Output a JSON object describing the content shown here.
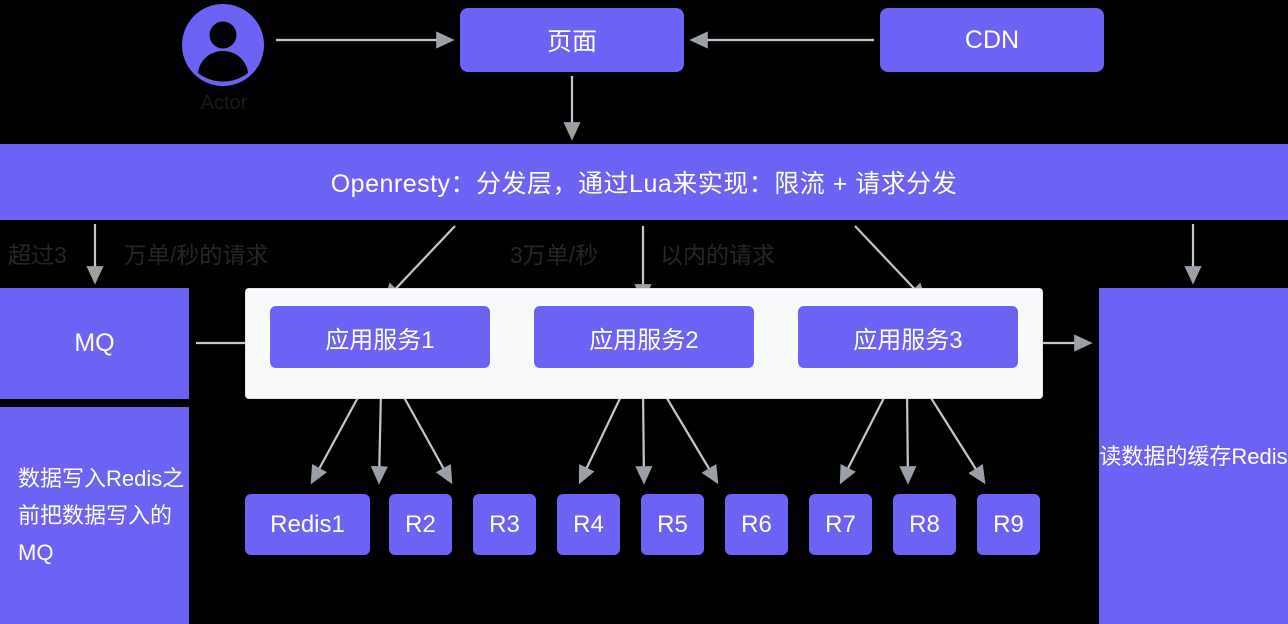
{
  "diagram": {
    "title_banner": "Openresty：分发层，通过Lua来实现：限流 + 请求分发",
    "colors": {
      "accent": "#6C63F5",
      "panel": "#F8F9FB",
      "background": "#000000",
      "arrow": "#9AA0A6",
      "text_on_accent": "#FFFFFF",
      "text_dark": "#262626"
    },
    "actor": {
      "label": "Actor",
      "icon": "user-avatar-icon"
    },
    "top_nodes": [
      {
        "id": "page",
        "label": "页面"
      },
      {
        "id": "cdn",
        "label": "CDN"
      }
    ],
    "left_nodes": [
      {
        "id": "mq",
        "label": "MQ"
      },
      {
        "id": "mq-note",
        "label": "数据写入Redis之前把数据写入的MQ"
      }
    ],
    "right_nodes": [
      {
        "id": "read-cache",
        "label": "读数据的缓存Redis"
      }
    ],
    "services": [
      {
        "id": "svc1",
        "label": "应用服务1"
      },
      {
        "id": "svc2",
        "label": "应用服务2"
      },
      {
        "id": "svc3",
        "label": "应用服务3"
      }
    ],
    "redis_shards": [
      {
        "id": "r1",
        "label": "Redis1"
      },
      {
        "id": "r2",
        "label": "R2"
      },
      {
        "id": "r3",
        "label": "R3"
      },
      {
        "id": "r4",
        "label": "R4"
      },
      {
        "id": "r5",
        "label": "R5"
      },
      {
        "id": "r6",
        "label": "R6"
      },
      {
        "id": "r7",
        "label": "R7"
      },
      {
        "id": "r8",
        "label": "R8"
      },
      {
        "id": "r9",
        "label": "R9"
      }
    ],
    "edge_labels": [
      {
        "id": "overflow-left",
        "label": "超过3"
      },
      {
        "id": "overflow-right",
        "label": "万单/秒的请求"
      },
      {
        "id": "within-left",
        "label": "3万单/秒"
      },
      {
        "id": "within-right",
        "label": "以内的请求"
      }
    ]
  }
}
